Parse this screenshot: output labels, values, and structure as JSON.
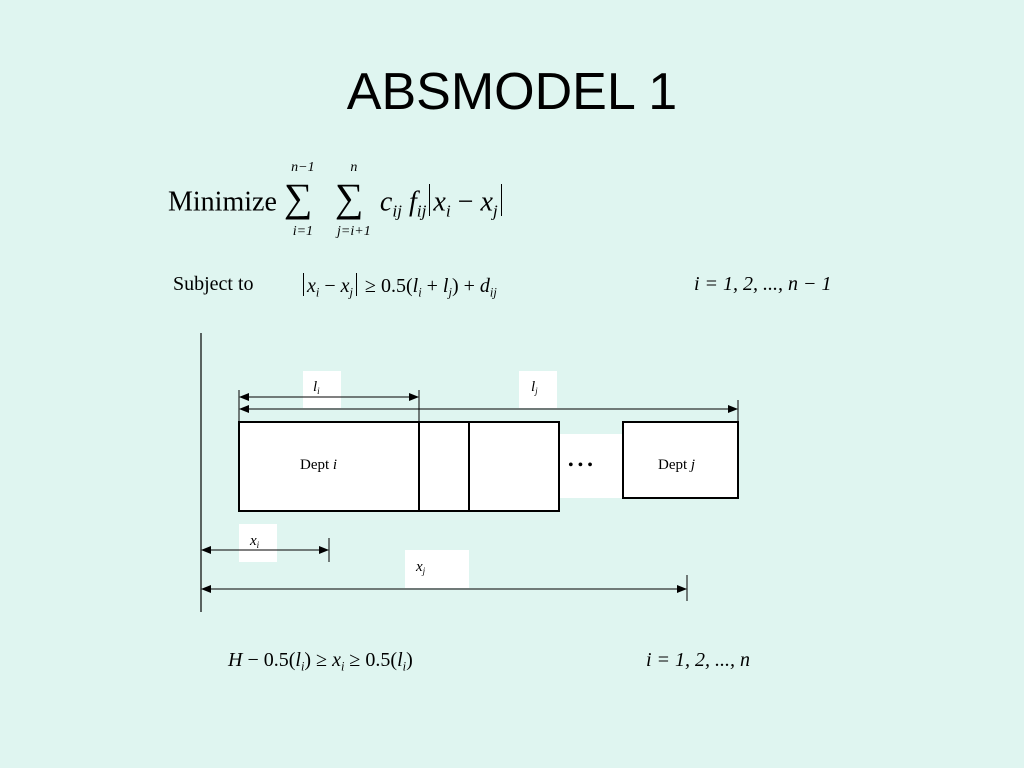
{
  "title": "ABSMODEL 1",
  "objective": {
    "label": "Minimize",
    "sum1_upper": "n−1",
    "sum1_lower": "i=1",
    "sum2_upper": "n",
    "sum2_lower": "j=i+1",
    "term_c": "c",
    "term_c_sub": "ij",
    "term_f": "f",
    "term_f_sub": "ij",
    "x_i": "x",
    "x_i_sub": "i",
    "minus": "−",
    "x_j": "x",
    "x_j_sub": "j"
  },
  "constraint1": {
    "label": "Subject to",
    "x_i": "x",
    "x_i_sub": "i",
    "minus": "−",
    "x_j": "x",
    "x_j_sub": "j",
    "rel": "≥ 0.5",
    "l_i": "l",
    "l_i_sub": "i",
    "plus": "+",
    "l_j": "l",
    "l_j_sub": "j",
    "plus_d": "+",
    "d": "d",
    "d_sub": "ij",
    "range": "i = 1, 2, ..., n − 1"
  },
  "diagram": {
    "li_label": "l",
    "li_sub": "i",
    "lj_label": "l",
    "lj_sub": "j",
    "dept_i_prefix": "Dept ",
    "dept_i_var": "i",
    "dept_j_prefix": "Dept ",
    "dept_j_var": "j",
    "ellipsis": "• • •",
    "xi_label": "x",
    "xi_sub": "i",
    "xj_label": "x",
    "xj_sub": "j"
  },
  "constraint2": {
    "H": "H",
    "minus_half": "− 0.5",
    "l_i": "l",
    "l_i_sub": "i",
    "ge1": "≥",
    "x": "x",
    "x_sub": "i",
    "ge2": "≥ 0.5",
    "l_i2": "l",
    "l_i2_sub": "i",
    "range": "i = 1, 2, ..., n"
  }
}
